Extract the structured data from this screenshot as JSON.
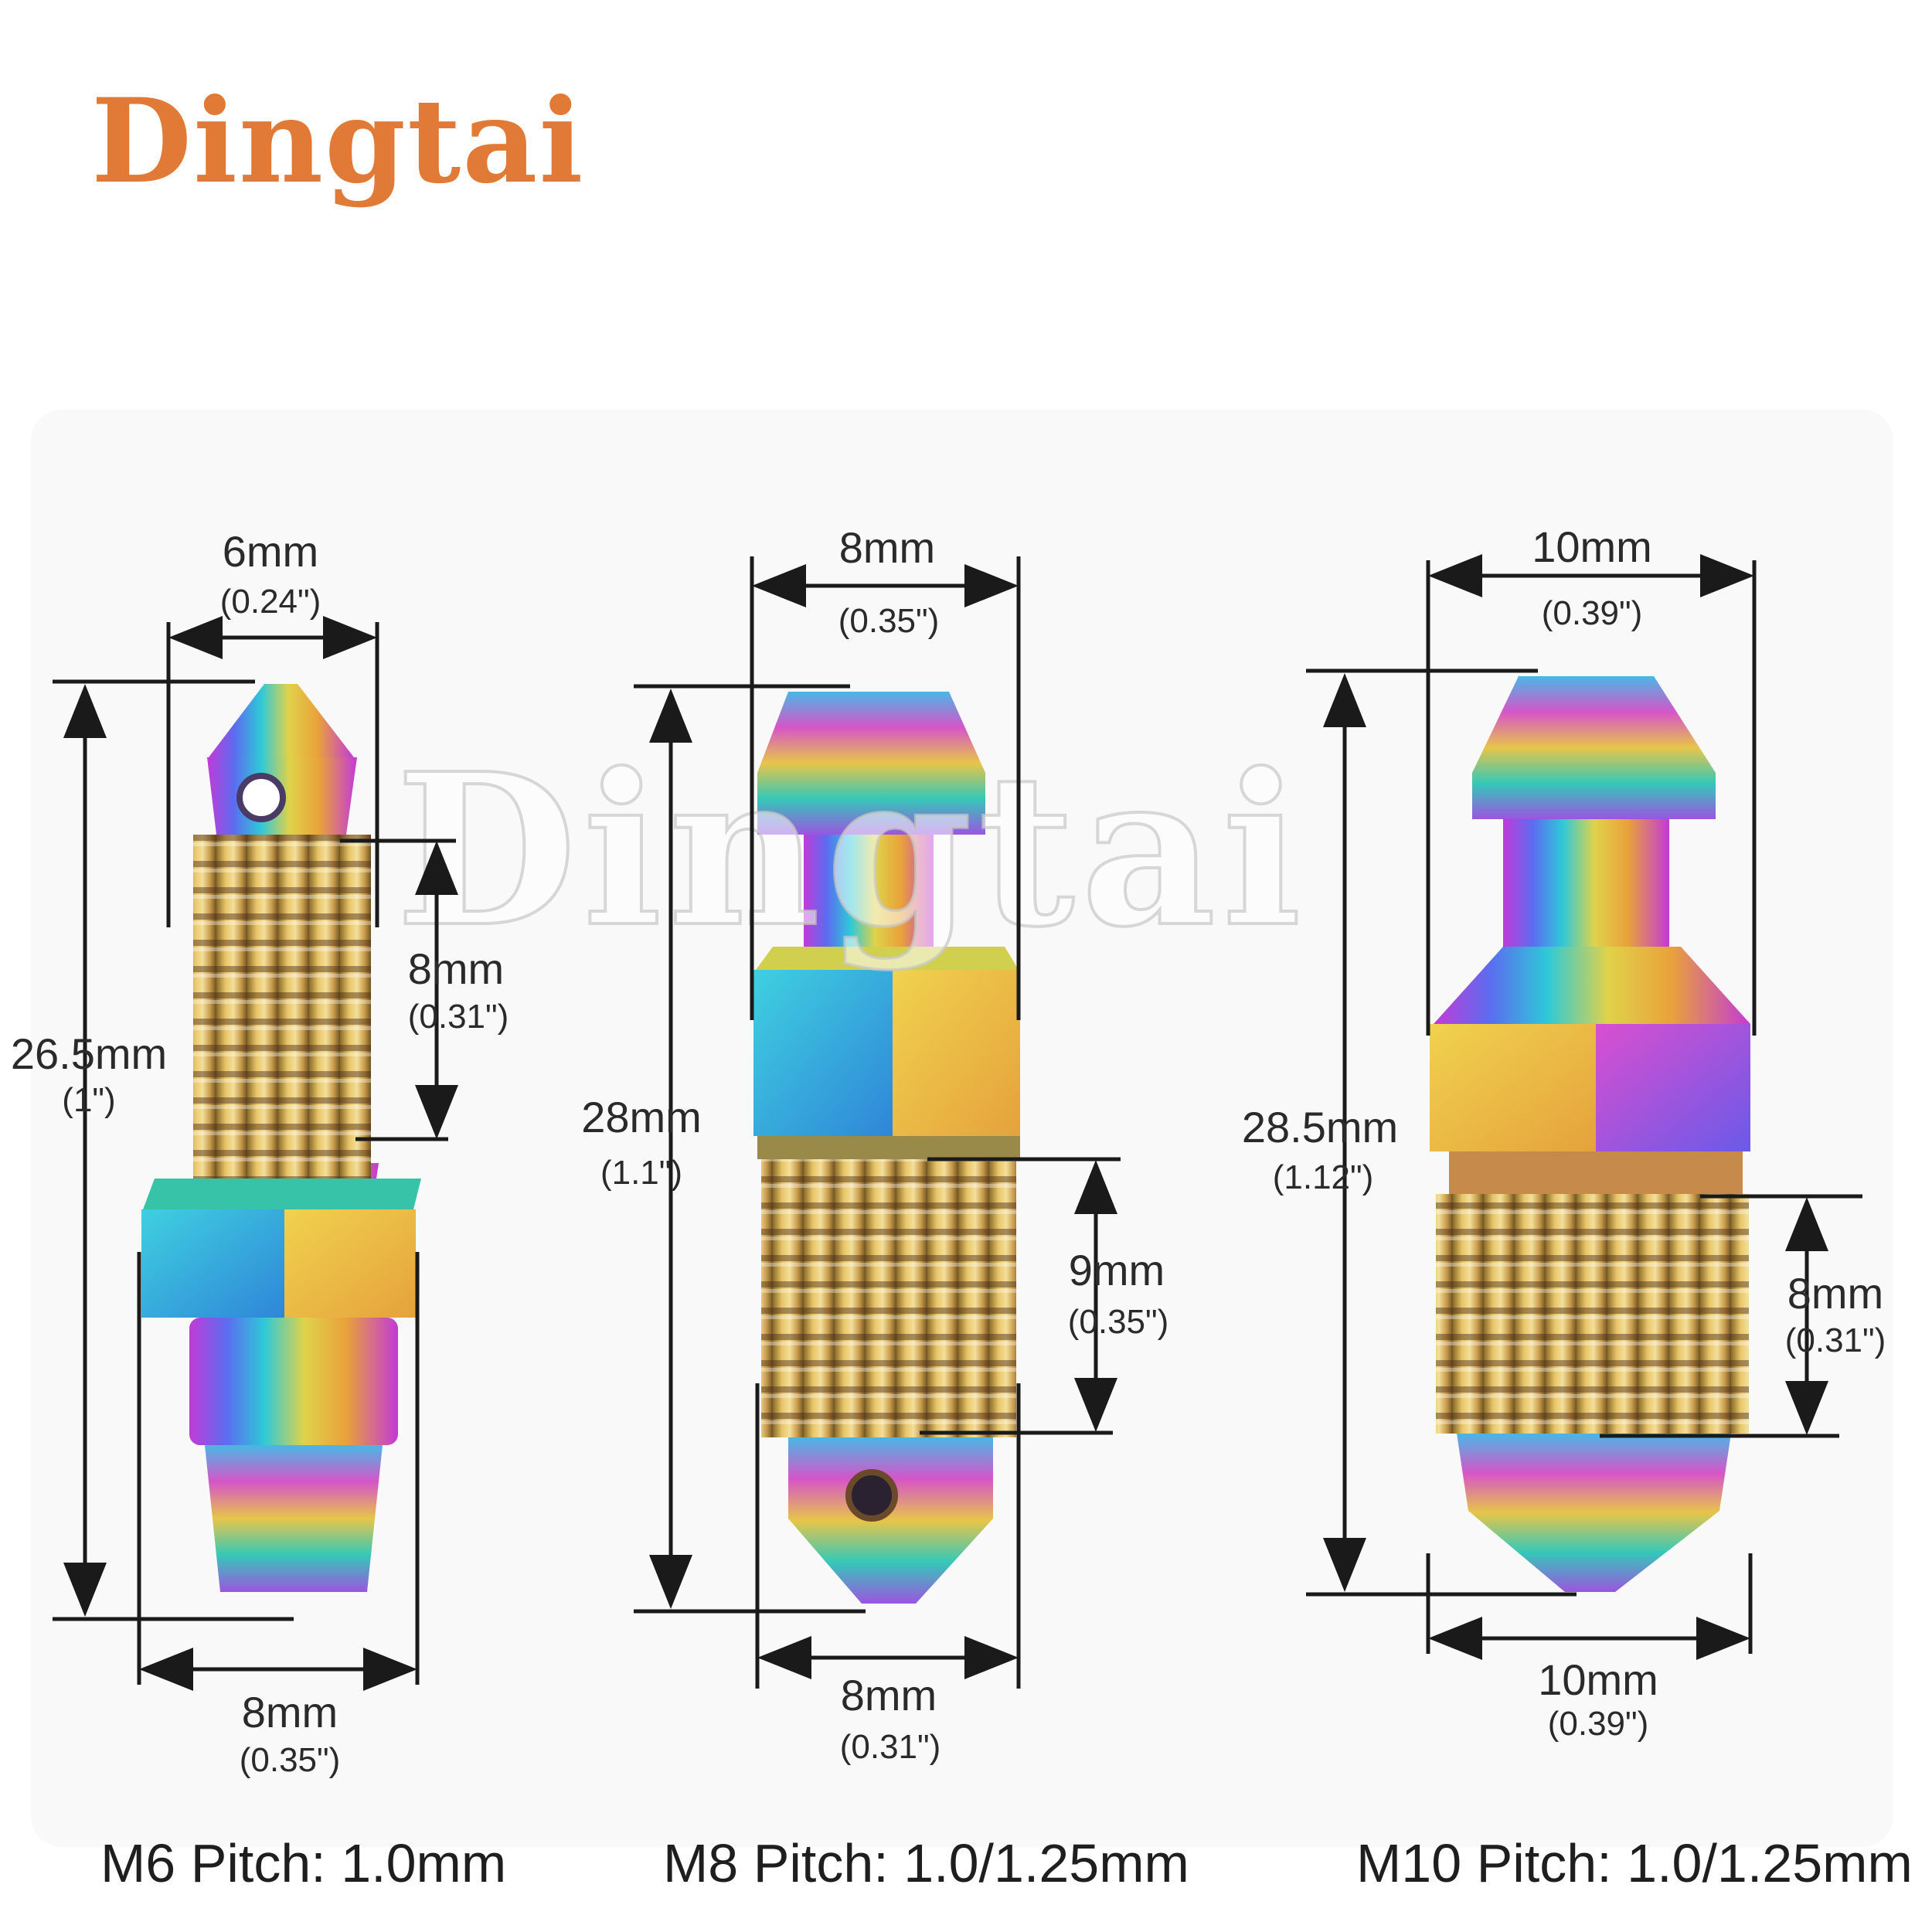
{
  "brand": {
    "name": "Dingtai",
    "color": "#e07a36"
  },
  "watermark": "Dingtai",
  "colors": {
    "dimension_line": "#1a1a1a",
    "background_panel": "#f9f9f9"
  },
  "products": [
    {
      "id": "m6",
      "pitch_label": "M6 Pitch: 1.0mm",
      "top_width": {
        "mm": "6mm",
        "in": "(0.24\")"
      },
      "total_length": {
        "mm": "26.5mm",
        "in": "(1\")"
      },
      "thread_length": {
        "mm": "8mm",
        "in": "(0.31\")"
      },
      "bottom_width": {
        "mm": "8mm",
        "in": "(0.35\")"
      }
    },
    {
      "id": "m8",
      "pitch_label": "M8 Pitch: 1.0/1.25mm",
      "top_width": {
        "mm": "8mm",
        "in": "(0.35\")"
      },
      "total_length": {
        "mm": "28mm",
        "in": "(1.1\")"
      },
      "thread_length": {
        "mm": "9mm",
        "in": "(0.35\")"
      },
      "bottom_width": {
        "mm": "8mm",
        "in": "(0.31\")"
      }
    },
    {
      "id": "m10",
      "pitch_label": "M10 Pitch: 1.0/1.25mm",
      "top_width": {
        "mm": "10mm",
        "in": "(0.39\")"
      },
      "total_length": {
        "mm": "28.5mm",
        "in": "(1.12\")"
      },
      "thread_length": {
        "mm": "8mm",
        "in": "(0.31\")"
      },
      "bottom_width": {
        "mm": "10mm",
        "in": "(0.39\")"
      }
    }
  ]
}
